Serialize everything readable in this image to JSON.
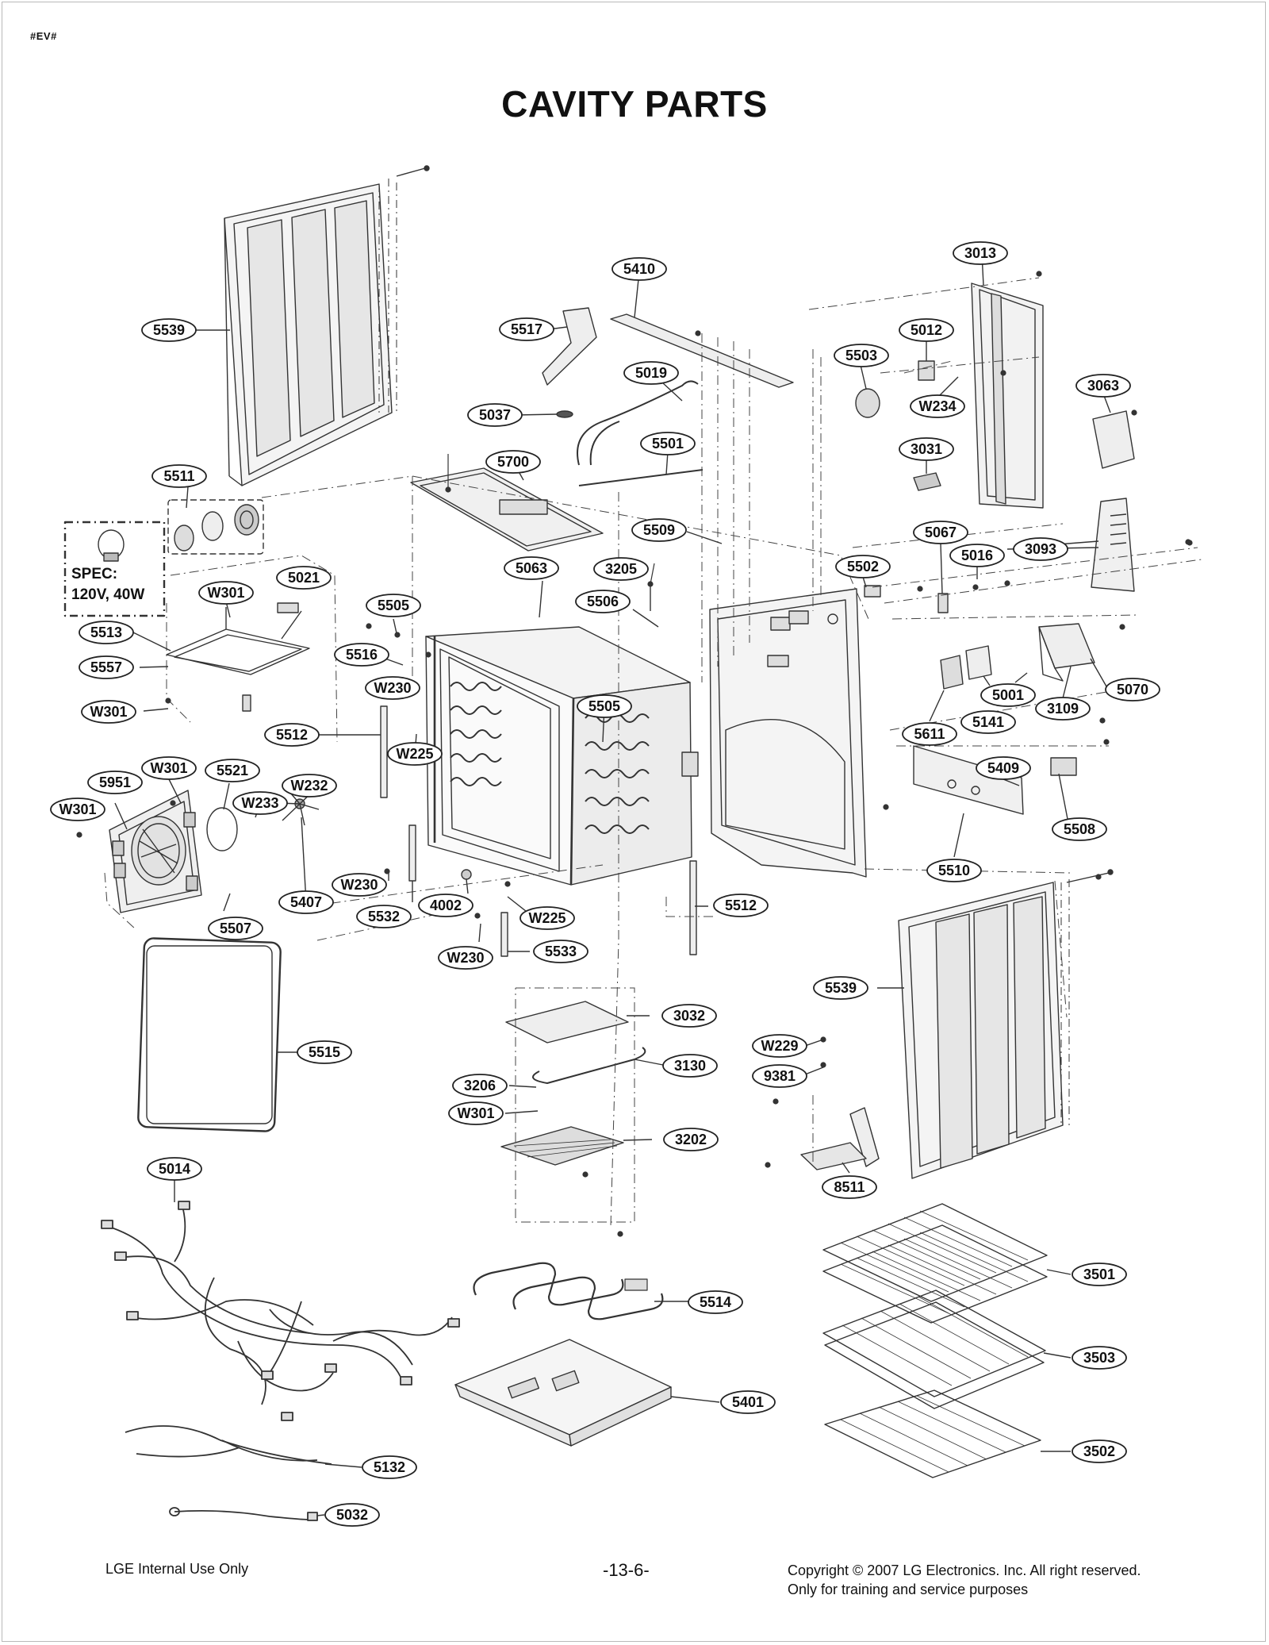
{
  "header": {
    "doc_code": "#EV#",
    "title": "CAVITY PARTS"
  },
  "spec_note": {
    "line1": "SPEC:",
    "line2": "120V, 40W"
  },
  "callouts": [
    "5539",
    "5511",
    "5410",
    "5517",
    "5019",
    "5037",
    "5501",
    "5700",
    "3013",
    "5503",
    "5012",
    "W234",
    "3063",
    "3031",
    "5509",
    "5067",
    "5016",
    "3093",
    "5502",
    "5063",
    "3205",
    "5506",
    "5505",
    "5516",
    "W301",
    "5021",
    "5513",
    "5557",
    "W301",
    "W230",
    "5512",
    "W225",
    "5505",
    "5951",
    "W301",
    "5521",
    "W232",
    "W233",
    "W301",
    "5407",
    "W230",
    "5532",
    "4002",
    "W225",
    "5507",
    "5611",
    "5141",
    "5001",
    "3109",
    "5070",
    "5409",
    "5508",
    "5510",
    "5512",
    "W230",
    "5533",
    "5539",
    "3032",
    "3130",
    "3206",
    "W301",
    "3202",
    "W229",
    "9381",
    "8511",
    "5515",
    "5014",
    "5514",
    "3501",
    "3503",
    "5401",
    "3502",
    "5132",
    "5032"
  ],
  "footer": {
    "left": "LGE Internal Use Only",
    "page": "-13-6-",
    "copyright_line1": "Copyright © 2007 LG Electronics. Inc. All right reserved.",
    "copyright_line2": "Only for training and service purposes"
  }
}
